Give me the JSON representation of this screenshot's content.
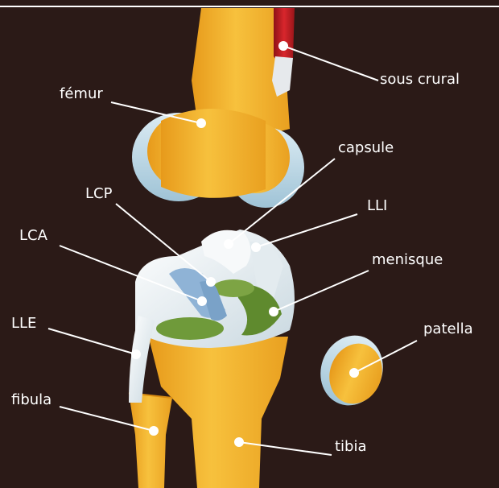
{
  "labels": {
    "sous_crural": "sous crural",
    "femur": "fémur",
    "capsule": "capsule",
    "lcp": "LCP",
    "lli": "LLI",
    "lca": "LCA",
    "menisque": "menisque",
    "lle": "LLE",
    "patella": "patella",
    "fibula": "fibula",
    "tibia": "tibia"
  },
  "colors": {
    "background": "#2b1a17",
    "bone": "#f4b52e",
    "cartilage": "#b9dbe8",
    "ligament": "#eef2f4",
    "meniscus": "#6f9a3a",
    "cruciate": "#8fb3d6",
    "muscle": "#c8232a",
    "pointer": "#ffffff"
  }
}
